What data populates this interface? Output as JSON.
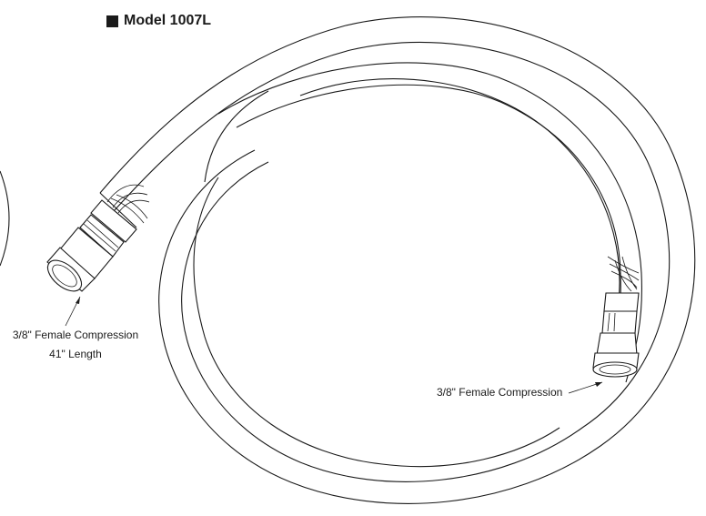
{
  "title": {
    "model_text": "Model  1007L"
  },
  "labels": {
    "left_fitting": "3/8\" Female Compression",
    "length": "41\" Length",
    "right_fitting": "3/8\" Female Compression"
  },
  "icons": {
    "title_marker": "black-square-icon"
  }
}
